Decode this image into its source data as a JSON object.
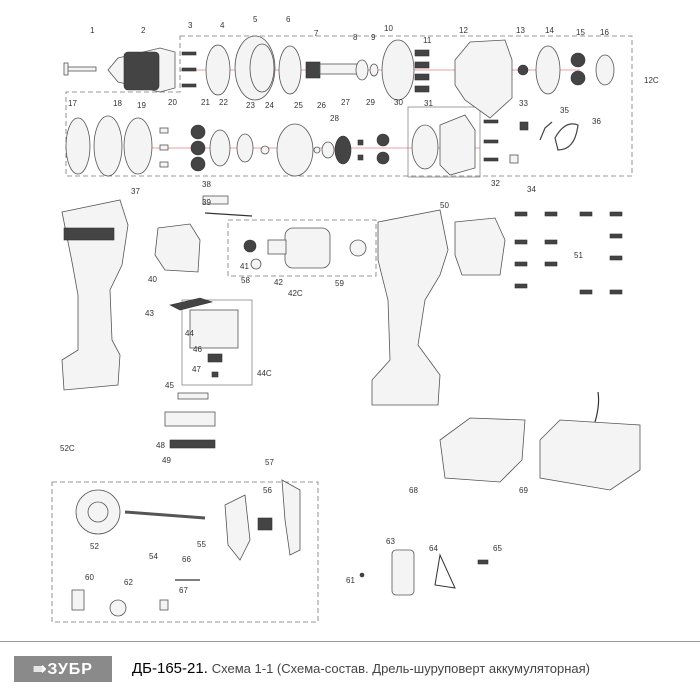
{
  "labels": {
    "p1": "1",
    "p2": "2",
    "p3": "3",
    "p4": "4",
    "p5": "5",
    "p6": "6",
    "p7": "7",
    "p8": "8",
    "p9": "9",
    "p10": "10",
    "p11": "11",
    "p12": "12",
    "p13": "13",
    "p14": "14",
    "p15": "15",
    "p16": "16",
    "p12c": "12C",
    "p17": "17",
    "p18": "18",
    "p19": "19",
    "p20": "20",
    "p21": "21",
    "p22": "22",
    "p23": "23",
    "p24": "24",
    "p25": "25",
    "p26": "26",
    "p27": "27",
    "p28": "28",
    "p29": "29",
    "p30": "30",
    "p31": "31",
    "p32": "32",
    "p33": "33",
    "p34": "34",
    "p35": "35",
    "p36": "36",
    "p37": "37",
    "p38": "38",
    "p39": "39",
    "p40": "40",
    "p41": "41",
    "p42": "42",
    "p42c": "42C",
    "p43": "43",
    "p44": "44",
    "p44c": "44C",
    "p45": "45",
    "p46": "46",
    "p47": "47",
    "p48": "48",
    "p49": "49",
    "p50": "50",
    "p51": "51",
    "p52c": "52C",
    "p52": "52",
    "p54": "54",
    "p55": "55",
    "p56": "56",
    "p57": "57",
    "p58": "58",
    "p59": "59",
    "p60": "60",
    "p61": "61",
    "p62": "62",
    "p63": "63",
    "p64": "64",
    "p65": "65",
    "p66": "66",
    "p67": "67",
    "p68": "68",
    "p69": "69"
  },
  "footer": {
    "logo_text": "⇛ЗУБР",
    "model": "ДБ-165-21.",
    "description": "Схема 1-1 (Схема-состав. Дрель-шуруповерт аккумуляторная)"
  },
  "colors": {
    "axis_line": "#e04040",
    "logo_bg": "#8a8a8a"
  }
}
